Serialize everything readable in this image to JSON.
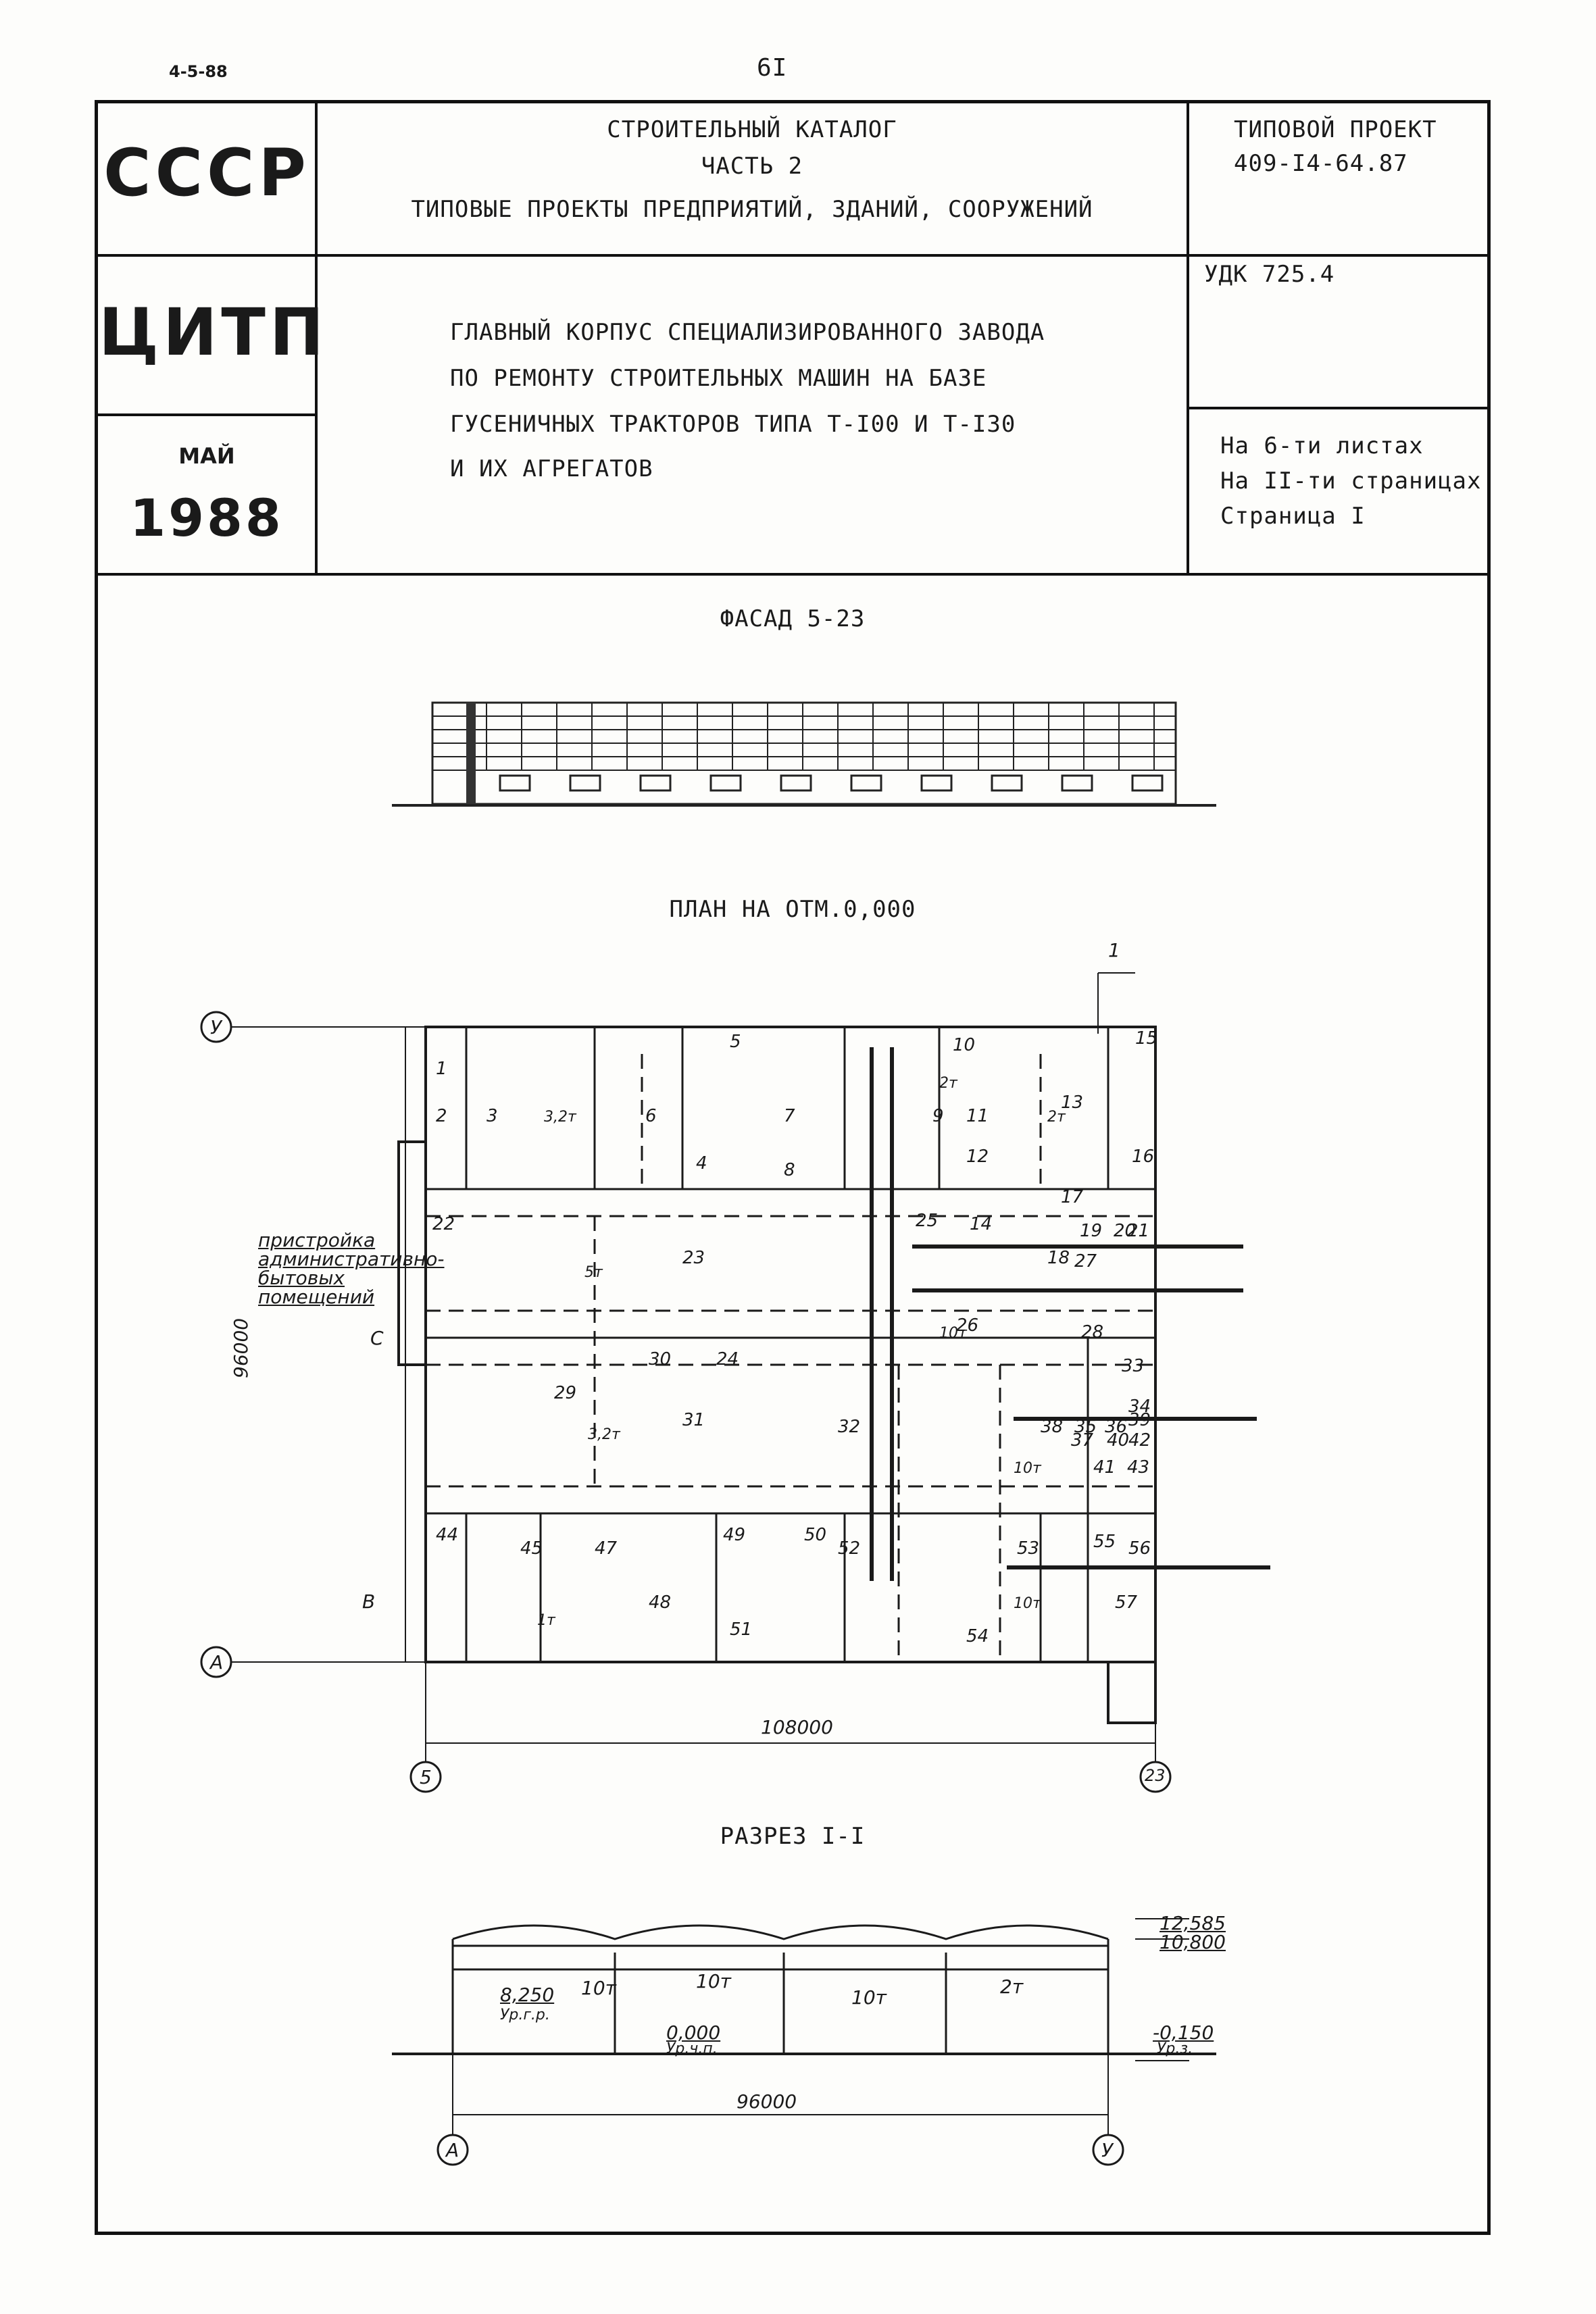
{
  "header": {
    "code": "4-5-88",
    "page_number": "6I"
  },
  "title_block": {
    "org1": "СССР",
    "org2": "ЦИТП",
    "month": "МАЙ",
    "year": "1988",
    "catalog_line1": "СТРОИТЕЛЬНЫЙ КАТАЛОГ",
    "catalog_line2": "ЧАСТЬ 2",
    "catalog_line3": "ТИПОВЫЕ ПРОЕКТЫ ПРЕДПРИЯТИЙ, ЗДАНИЙ, СООРУЖЕНИЙ",
    "project_label": "ТИПОВОЙ ПРОЕКТ",
    "project_number": "409-I4-64.87",
    "udk": "УДК 725.4",
    "title_line1": "ГЛАВНЫЙ КОРПУС СПЕЦИАЛИЗИРОВАННОГО ЗАВОДА",
    "title_line2": "ПО РЕМОНТУ СТРОИТЕЛЬНЫХ МАШИН НА БАЗЕ",
    "title_line3": "ГУСЕНИЧНЫХ ТРАКТОРОВ ТИПА Т-I00 И Т-I30",
    "title_line4": "И ИХ АГРЕГАТОВ",
    "sheets": "На 6-ти листах",
    "pages": "На II-ти страницах",
    "page": "Страница I"
  },
  "drawings": {
    "facade_title": "ФАСАД 5-23",
    "plan_title": "ПЛАН НА ОТМ.0,000",
    "section_title": "РАЗРЕЗ I-I"
  },
  "plan": {
    "axis_top": "У",
    "axis_bottom": "А",
    "axis_left": "5",
    "axis_right": "23",
    "axis_mid": "С",
    "dim_vertical": "96000",
    "dim_horizontal": "108000",
    "annex_note": "пристройка административно-бытовых помещений",
    "entry_v": "В",
    "section_mark": "1",
    "room_numbers": [
      "1",
      "2",
      "3",
      "4",
      "5",
      "6",
      "7",
      "8",
      "9",
      "10",
      "11",
      "12",
      "13",
      "14",
      "15",
      "16",
      "17",
      "18",
      "19",
      "20",
      "21",
      "22",
      "23",
      "24",
      "25",
      "26",
      "27",
      "28",
      "29",
      "30",
      "31",
      "32",
      "33",
      "34",
      "35",
      "36",
      "37",
      "38",
      "39",
      "40",
      "41",
      "42",
      "43",
      "44",
      "45",
      "47",
      "48",
      "49",
      "50",
      "51",
      "52",
      "53",
      "54",
      "55",
      "56",
      "57"
    ],
    "crane_labels": [
      "3,2т",
      "2т",
      "2т",
      "5т",
      "10т",
      "3,2т",
      "10т",
      "10т",
      "1т"
    ]
  },
  "section": {
    "elev_top": "12,585",
    "elev_eave": "10,800",
    "elev_crane": "8,250",
    "crane_note": "Ур.г.р.",
    "elev_floor": "0,000",
    "floor_note": "Ур.ч.п.",
    "elev_ground": "-0,150",
    "ground_note": "Ур.з.",
    "span_dim": "96000",
    "axis_left": "А",
    "axis_right": "У",
    "cranes": [
      "10т",
      "10т",
      "10т",
      "2т"
    ]
  }
}
